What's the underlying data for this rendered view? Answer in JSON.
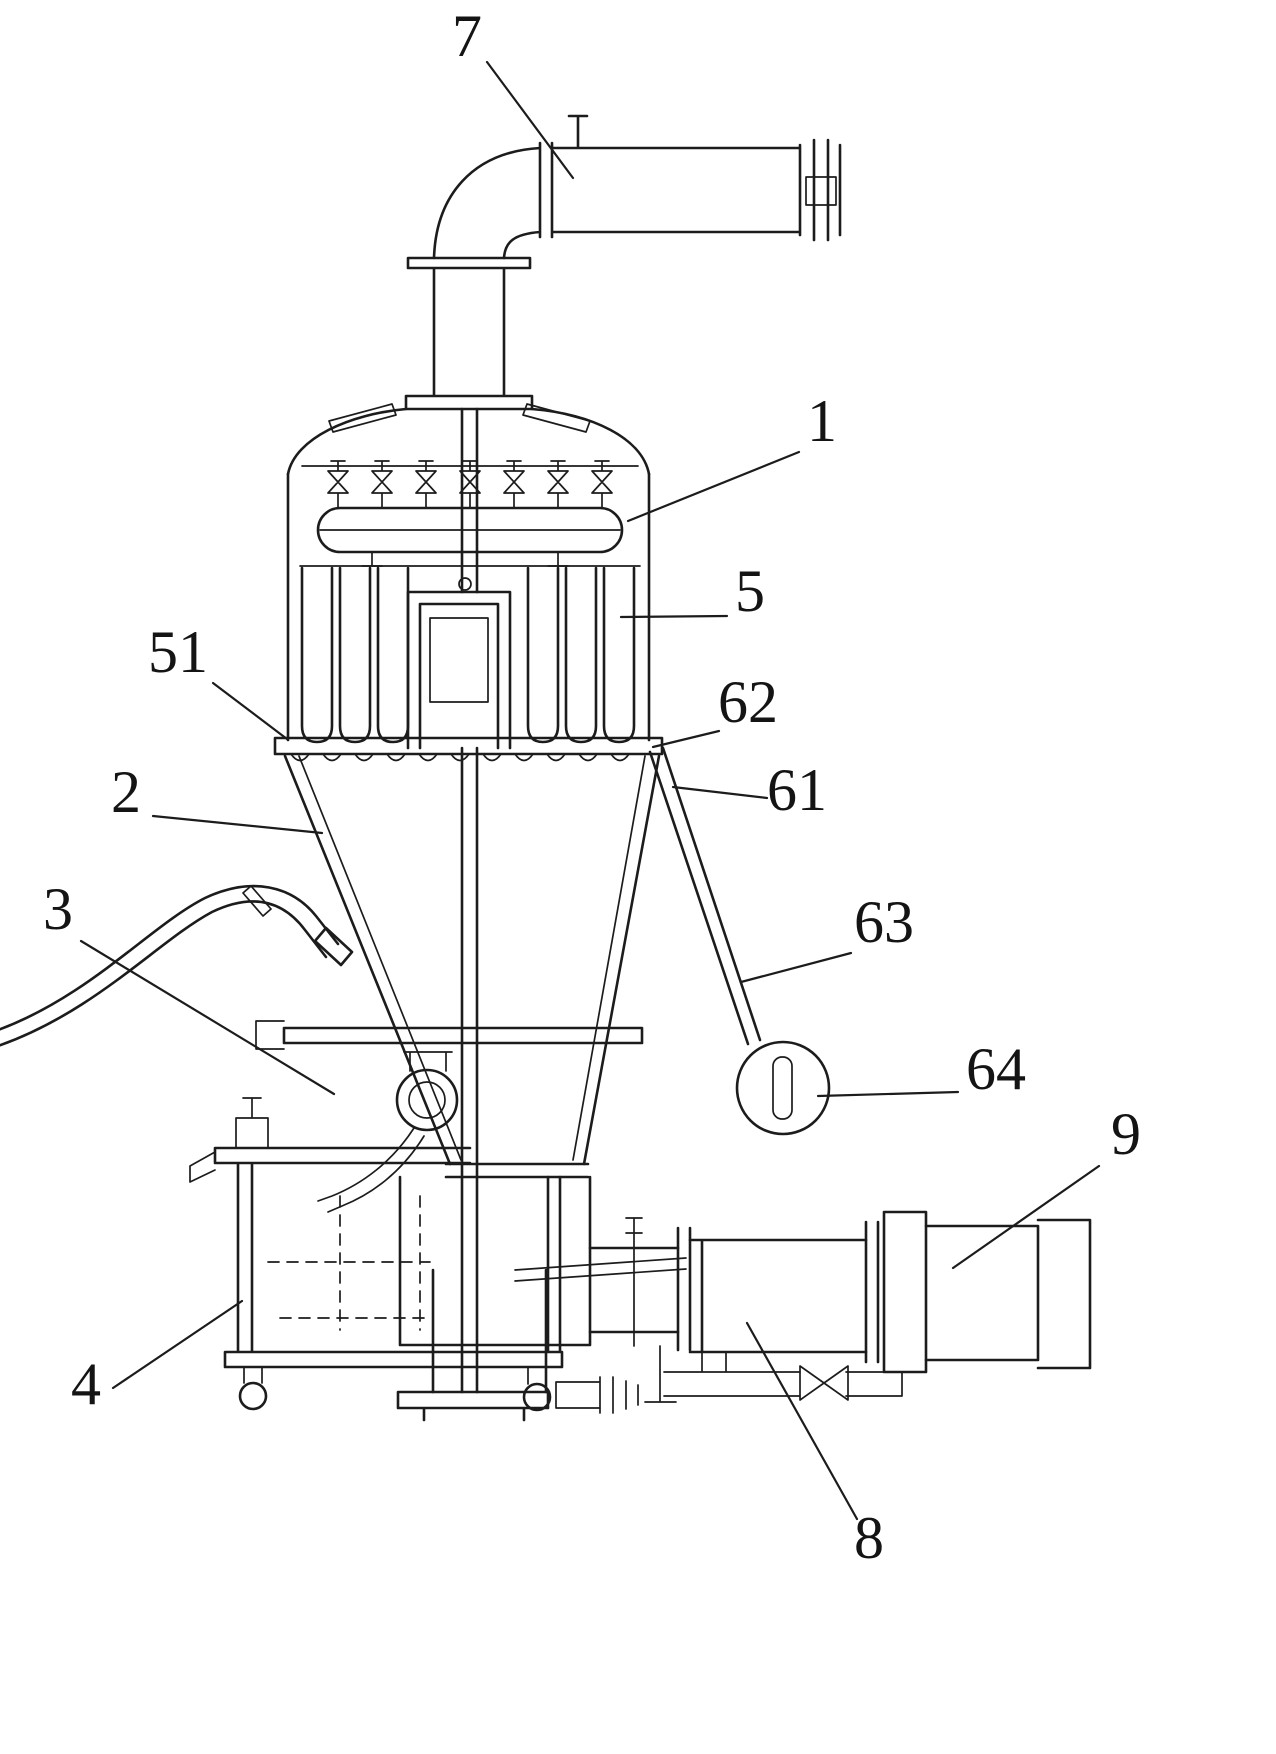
{
  "diagram": {
    "type": "patent-technical-drawing",
    "background_color": "#ffffff",
    "line_color": "#1c1c1c",
    "labels": {
      "part1": "1",
      "part2": "2",
      "part3": "3",
      "part4": "4",
      "part5": "5",
      "part7": "7",
      "part8": "8",
      "part9": "9",
      "part51": "51",
      "part61": "61",
      "part62": "62",
      "part63": "63",
      "part64": "64"
    }
  }
}
